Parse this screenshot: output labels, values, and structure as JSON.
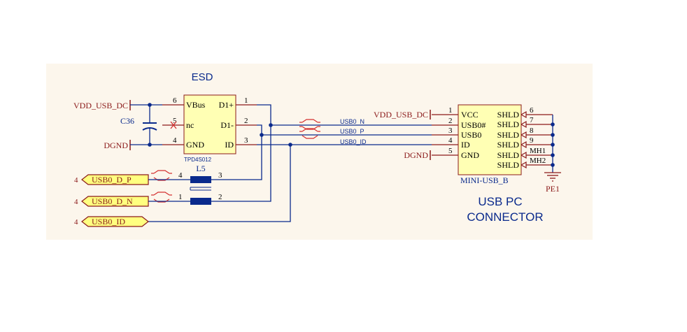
{
  "sheet": {
    "background": "#fcf6ec",
    "wire_color": "#0a2a8c",
    "pin_color": "#8b1a1a",
    "part_fill": "#ffffb4",
    "port_fill": "#ffff80",
    "junction_color": "#0a2a8c"
  },
  "esd": {
    "title": "ESD",
    "part": "TPD4S012",
    "pins_left": [
      {
        "num": "6",
        "name": "VBus"
      },
      {
        "num": "5",
        "name": "nc"
      },
      {
        "num": "4",
        "name": "GND"
      }
    ],
    "pins_right": [
      {
        "num": "1",
        "name": "D1+"
      },
      {
        "num": "2",
        "name": "D1-"
      },
      {
        "num": "3",
        "name": "ID"
      }
    ]
  },
  "power": {
    "vdd_left": "VDD_USB_DC",
    "dgnd_left": "DGND",
    "vdd_right": "VDD_USB_DC",
    "dgnd_right": "DGND",
    "pe": "PE1"
  },
  "cap": {
    "label": "C36"
  },
  "choke": {
    "label": "L5",
    "pin_tl": "4",
    "pin_tr": "3",
    "pin_bl": "1",
    "pin_br": "2"
  },
  "ports": [
    {
      "num": "4",
      "name": "USB0_D_P"
    },
    {
      "num": "4",
      "name": "USB0_D_N"
    },
    {
      "num": "4",
      "name": "USB0_ID"
    }
  ],
  "nets": {
    "n": "USB0_N",
    "p": "USB0_P",
    "id": "USB0_ID"
  },
  "connector": {
    "part": "MINI-USB_B",
    "caption_line1": "USB PC",
    "caption_line2": "CONNECTOR",
    "pins_left": [
      {
        "num": "1",
        "name": "VCC"
      },
      {
        "num": "2",
        "name": "USB0#"
      },
      {
        "num": "3",
        "name": "USB0"
      },
      {
        "num": "4",
        "name": "ID"
      },
      {
        "num": "5",
        "name": "GND"
      }
    ],
    "pins_right": [
      {
        "num": "6",
        "name": "SHLD"
      },
      {
        "num": "7",
        "name": "SHLD"
      },
      {
        "num": "8",
        "name": "SHLD"
      },
      {
        "num": "9",
        "name": "SHLD"
      },
      {
        "num": "MH1",
        "name": "SHLD"
      },
      {
        "num": "MH2",
        "name": "SHLD"
      }
    ]
  }
}
